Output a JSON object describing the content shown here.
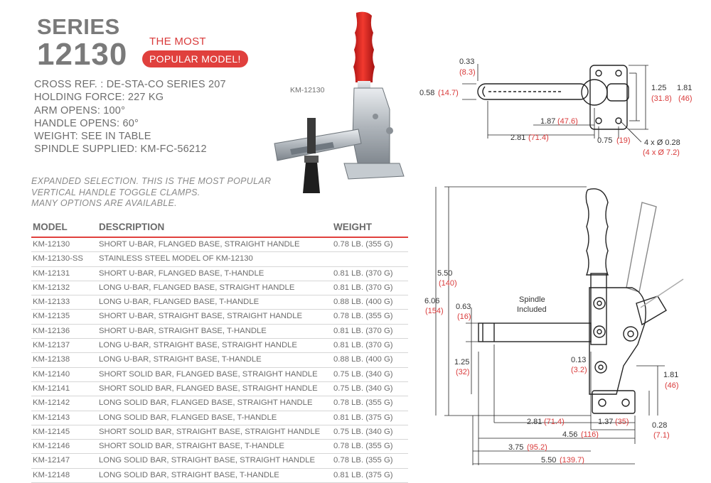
{
  "header": {
    "series_label": "SERIES",
    "series_number": "12130",
    "badge_line1": "THE MOST",
    "badge_line2": "POPULAR MODEL!"
  },
  "specs": [
    "CROSS REF. : DE-STA-CO SERIES 207",
    "HOLDING FORCE: 227 KG",
    "ARM OPENS: 100°",
    "HANDLE OPENS: 60°",
    "WEIGHT: SEE IN TABLE",
    "SPINDLE SUPPLIED: KM-FC-56212"
  ],
  "note": [
    "EXPANDED SELECTION. THIS IS THE MOST POPULAR",
    "VERTICAL HANDLE TOGGLE CLAMPS.",
    "MANY OPTIONS ARE AVAILABLE."
  ],
  "product_label": "KM-12130",
  "table": {
    "headers": [
      "MODEL",
      "DESCRIPTION",
      "WEIGHT"
    ],
    "rows": [
      [
        "KM-12130",
        "SHORT U-BAR, FLANGED BASE, STRAIGHT HANDLE",
        "0.78 LB. (355 G)"
      ],
      [
        "KM-12130-SS",
        "STAINLESS STEEL MODEL OF KM-12130",
        ""
      ],
      [
        "KM-12131",
        "SHORT U-BAR, FLANGED BASE, T-HANDLE",
        "0.81 LB. (370 G)"
      ],
      [
        "KM-12132",
        "LONG U-BAR, FLANGED BASE, STRAIGHT HANDLE",
        "0.81 LB. (370 G)"
      ],
      [
        "KM-12133",
        "LONG U-BAR, FLANGED BASE, T-HANDLE",
        "0.88 LB. (400 G)"
      ],
      [
        "KM-12135",
        "SHORT U-BAR, STRAIGHT BASE, STRAIGHT HANDLE",
        "0.78 LB. (355 G)"
      ],
      [
        "KM-12136",
        "SHORT U-BAR, STRAIGHT BASE, T-HANDLE",
        "0.81 LB. (370 G)"
      ],
      [
        "KM-12137",
        "LONG U-BAR, STRAIGHT BASE, STRAIGHT HANDLE",
        "0.81 LB. (370 G)"
      ],
      [
        "KM-12138",
        "LONG U-BAR, STRAIGHT BASE, T-HANDLE",
        "0.88 LB. (400 G)"
      ],
      [
        "KM-12140",
        "SHORT SOLID BAR, FLANGED BASE, STRAIGHT HANDLE",
        "0.75 LB. (340 G)"
      ],
      [
        "KM-12141",
        "SHORT SOLID BAR, FLANGED BASE, STRAIGHT HANDLE",
        "0.75 LB. (340 G)"
      ],
      [
        "KM-12142",
        "LONG SOLID BAR, FLANGED BASE, STRAIGHT HANDLE",
        "0.78 LB. (355 G)"
      ],
      [
        "KM-12143",
        "LONG SOLID BAR, FLANGED BASE, T-HANDLE",
        "0.81 LB. (375 G)"
      ],
      [
        "KM-12145",
        "SHORT SOLID BAR, STRAIGHT BASE, STRAIGHT HANDLE",
        "0.75 LB. (340 G)"
      ],
      [
        "KM-12146",
        "SHORT SOLID BAR, STRAIGHT BASE, T-HANDLE",
        "0.78 LB. (355 G)"
      ],
      [
        "KM-12147",
        "LONG SOLID BAR, STRAIGHT BASE, STRAIGHT HANDLE",
        "0.78 LB. (355 G)"
      ],
      [
        "KM-12148",
        "LONG SOLID BAR, STRAIGHT BASE, T-HANDLE",
        "0.81 LB. (375 G)"
      ]
    ]
  },
  "top_drawing": {
    "d1": {
      "in": "0.33",
      "mm": "(8.3)"
    },
    "d2": {
      "in": "0.58",
      "mm": "(14.7)"
    },
    "d3": {
      "in": "1.87",
      "mm": "(47.6)"
    },
    "d4": {
      "in": "2.81",
      "mm": "(71.4)"
    },
    "d5": {
      "in": "0.75",
      "mm": "(19)"
    },
    "d6": {
      "in": "1.25",
      "mm": "(31.8)"
    },
    "d7": {
      "in": "1.81",
      "mm": "(46)"
    },
    "d8": {
      "in": "4 x Ø 0.28",
      "mm": "(4 x Ø 7.2)"
    }
  },
  "side_drawing": {
    "spindle_line1": "Spindle",
    "spindle_line2": "Included",
    "h550": {
      "in": "5.50",
      "mm": "(140)"
    },
    "h606": {
      "in": "6.06",
      "mm": "(154)"
    },
    "d063": {
      "in": "0.63",
      "mm": "(16)"
    },
    "d125": {
      "in": "1.25",
      "mm": "(32)"
    },
    "d013": {
      "in": "0.13",
      "mm": "(3.2)"
    },
    "d181": {
      "in": "1.81",
      "mm": "(46)"
    },
    "d028": {
      "in": "0.28",
      "mm": "(7.1)"
    },
    "d281": {
      "in": "2.81",
      "mm": "(71.4)"
    },
    "d137": {
      "in": "1.37",
      "mm": "(35)"
    },
    "d456": {
      "in": "4.56",
      "mm": "(116)"
    },
    "d375": {
      "in": "3.75",
      "mm": "(95.2)"
    },
    "d550": {
      "in": "5.50",
      "mm": "(139.7)"
    }
  },
  "colors": {
    "accent": "#e0403d",
    "text": "#6d6d6d"
  }
}
